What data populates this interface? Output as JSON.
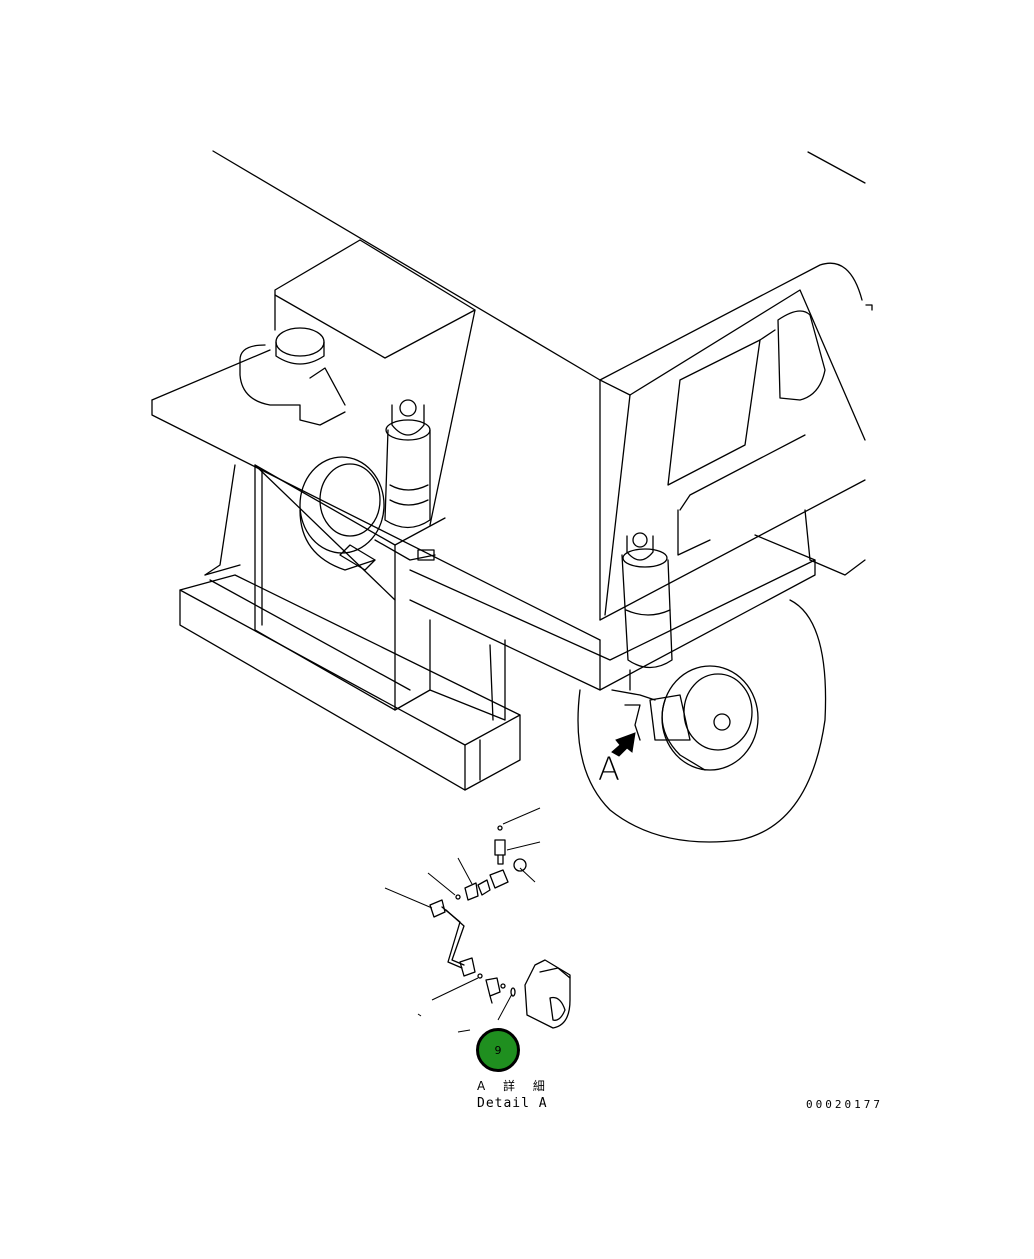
{
  "view_letter": "A",
  "callout": {
    "number": "9",
    "color": "#1f8f1f"
  },
  "detail_label": {
    "ja": "A 詳 細",
    "en": "Detail A"
  },
  "drawing_number": "00020177"
}
